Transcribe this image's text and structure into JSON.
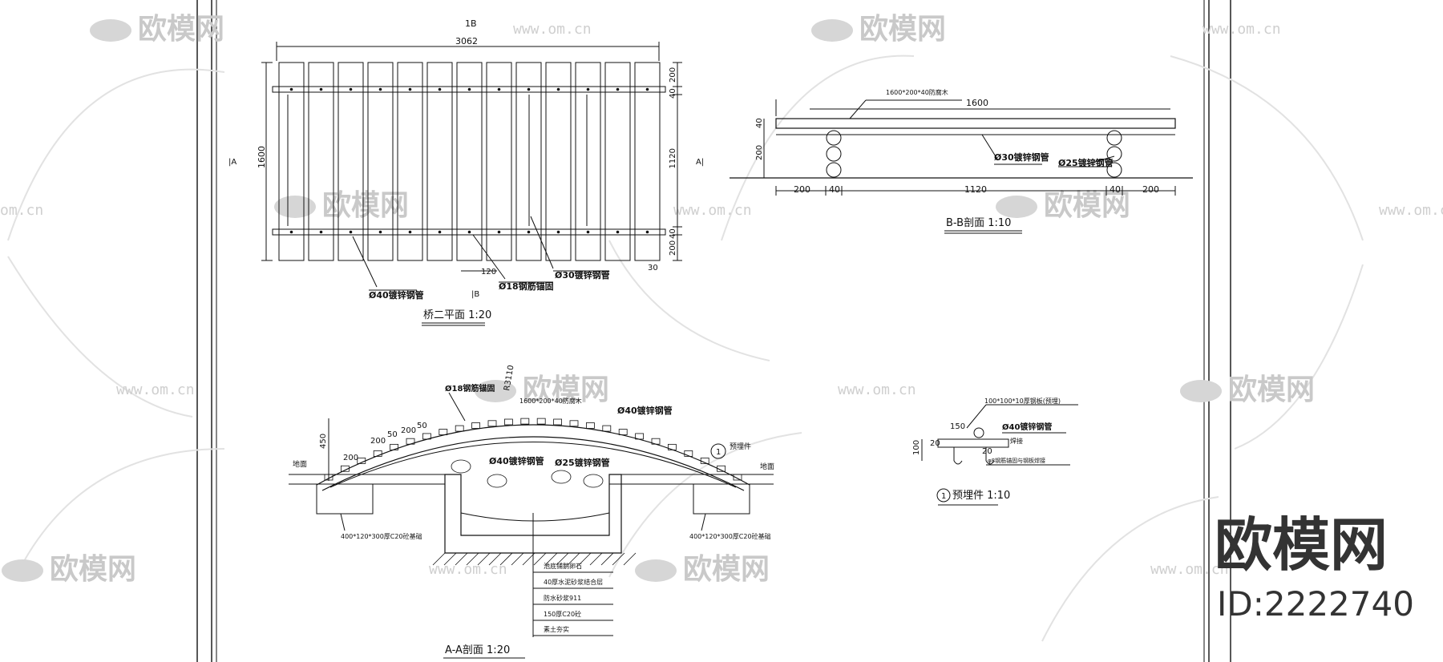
{
  "watermark": {
    "brand": "欧模网",
    "url": "www.om.cn",
    "url_fragment": "om.cn"
  },
  "brand_block": {
    "name": "欧模网",
    "id": "ID:2222740"
  },
  "plan_view": {
    "title": "桥二平面 1:20",
    "section_mark_top": "1B",
    "section_mark_bottom": "|B",
    "section_mark_left": "|A",
    "section_mark_right": "A|",
    "dim_total_width": "3062",
    "dim_total_depth": "1600",
    "dim_right": [
      "200",
      "40",
      "1120",
      "40",
      "200"
    ],
    "dim_bottom_1": "120",
    "dim_bottom_2": "30",
    "label_a": "Ø40镀锌钢管",
    "label_b": "Ø18钢筋锚固",
    "label_c": "Ø30镀锌钢管"
  },
  "section_bb": {
    "title": "B-B剖面 1:10",
    "label_board": "1600*200*40防腐木",
    "label_top_width": "1600",
    "label_pipe1": "Ø30镀锌钢管",
    "label_pipe2": "Ø25镀锌钢管",
    "dim_left_40": "40",
    "dim_left_200": "200",
    "dim_bottom": [
      "200",
      "40",
      "1120",
      "40",
      "200"
    ]
  },
  "section_aa": {
    "title": "A-A剖面 1:20",
    "label_rebar": "Ø18钢筋锚固",
    "label_board": "1600*200*40防腐木",
    "label_pipe40a": "Ø40镀锌钢管",
    "label_pipe40b": "Ø40镀锌钢管",
    "label_pipe25": "Ø25镀锌钢管",
    "label_r": "R3110",
    "dim_arc": [
      "200",
      "200",
      "50",
      "200",
      "50"
    ],
    "dim_450": "450",
    "label_left": "地面",
    "label_right": "地面",
    "label_embed": "预埋件",
    "footing_left": "400*120*300厚C20砼基础",
    "footing_right": "400*120*300厚C20砼基础",
    "detail_ref": "1",
    "layers": [
      "池底铺鹅卵石",
      "40厚水泥砂浆结合层",
      "防水砂浆911",
      "150厚C20砼",
      "素土夯实"
    ]
  },
  "detail_embed": {
    "title": "预埋件 1:10",
    "ref": "1",
    "label_plate": "100*100*10厚钢板(预埋)",
    "label_pipe": "Ø40镀锌钢管",
    "label_weld": "焊接",
    "label_anchor": "φ8钢筋锚固与钢板焊接",
    "dim_150": "150",
    "dim_20a": "20",
    "dim_20b": "20",
    "dim_100": "100"
  }
}
